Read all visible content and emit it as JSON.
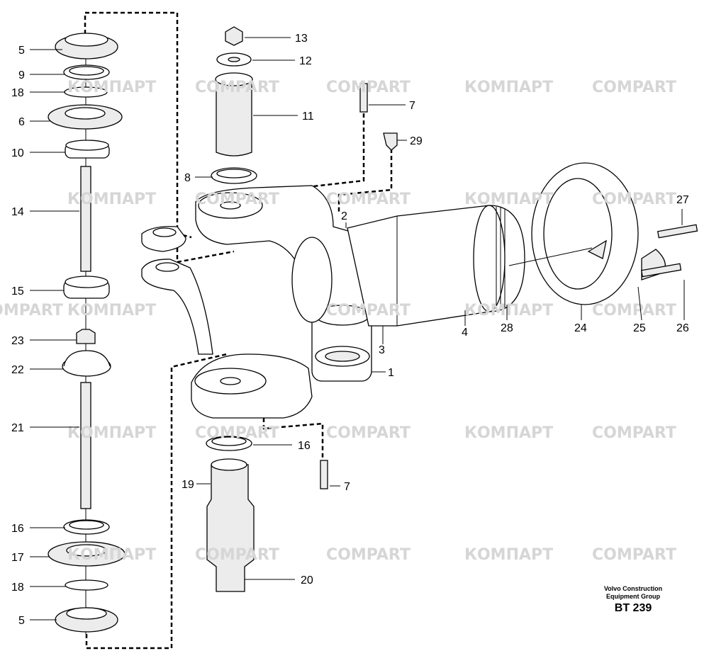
{
  "watermark": {
    "cyrillic": "КОМПАРТ",
    "latin": "COMPART"
  },
  "callouts": [
    "5",
    "9",
    "18",
    "6",
    "10",
    "14",
    "15",
    "23",
    "22",
    "21",
    "16",
    "17",
    "18",
    "5",
    "13",
    "12",
    "11",
    "8",
    "7",
    "29",
    "2",
    "3",
    "1",
    "4",
    "28",
    "24",
    "25",
    "26",
    "27",
    "16",
    "7",
    "19",
    "20"
  ],
  "credit": {
    "line1": "Volvo Construction",
    "line2": "Equipment Group",
    "code": "BT 239"
  }
}
